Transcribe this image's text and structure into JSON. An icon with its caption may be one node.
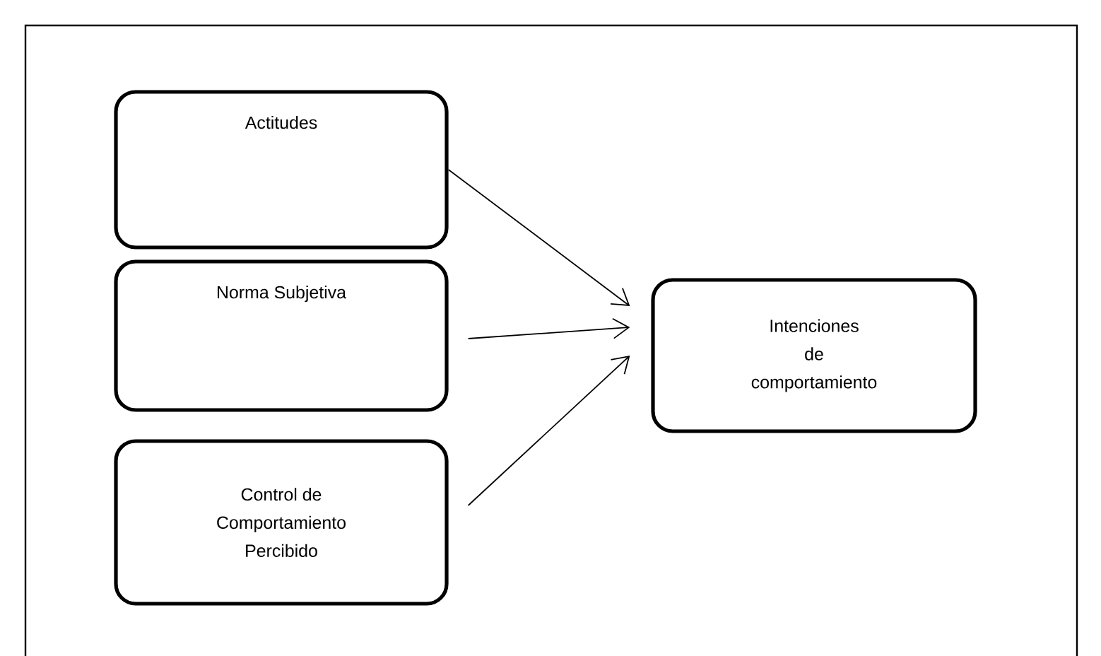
{
  "diagram": {
    "nodes": [
      {
        "text": [
          "Actitudes"
        ]
      },
      {
        "text": [
          "Norma Subjetiva"
        ]
      },
      {
        "text": [
          "Control de Comportamiento Percibido"
        ]
      },
      {
        "text": [
          "Intenciones de comportamiento"
        ]
      }
    ],
    "edges": [
      {
        "from": 0,
        "to": 3,
        "arrow": "to"
      },
      {
        "from": 1,
        "to": 3,
        "arrow": "to"
      },
      {
        "from": 2,
        "to": 3,
        "arrow": "to"
      }
    ]
  }
}
